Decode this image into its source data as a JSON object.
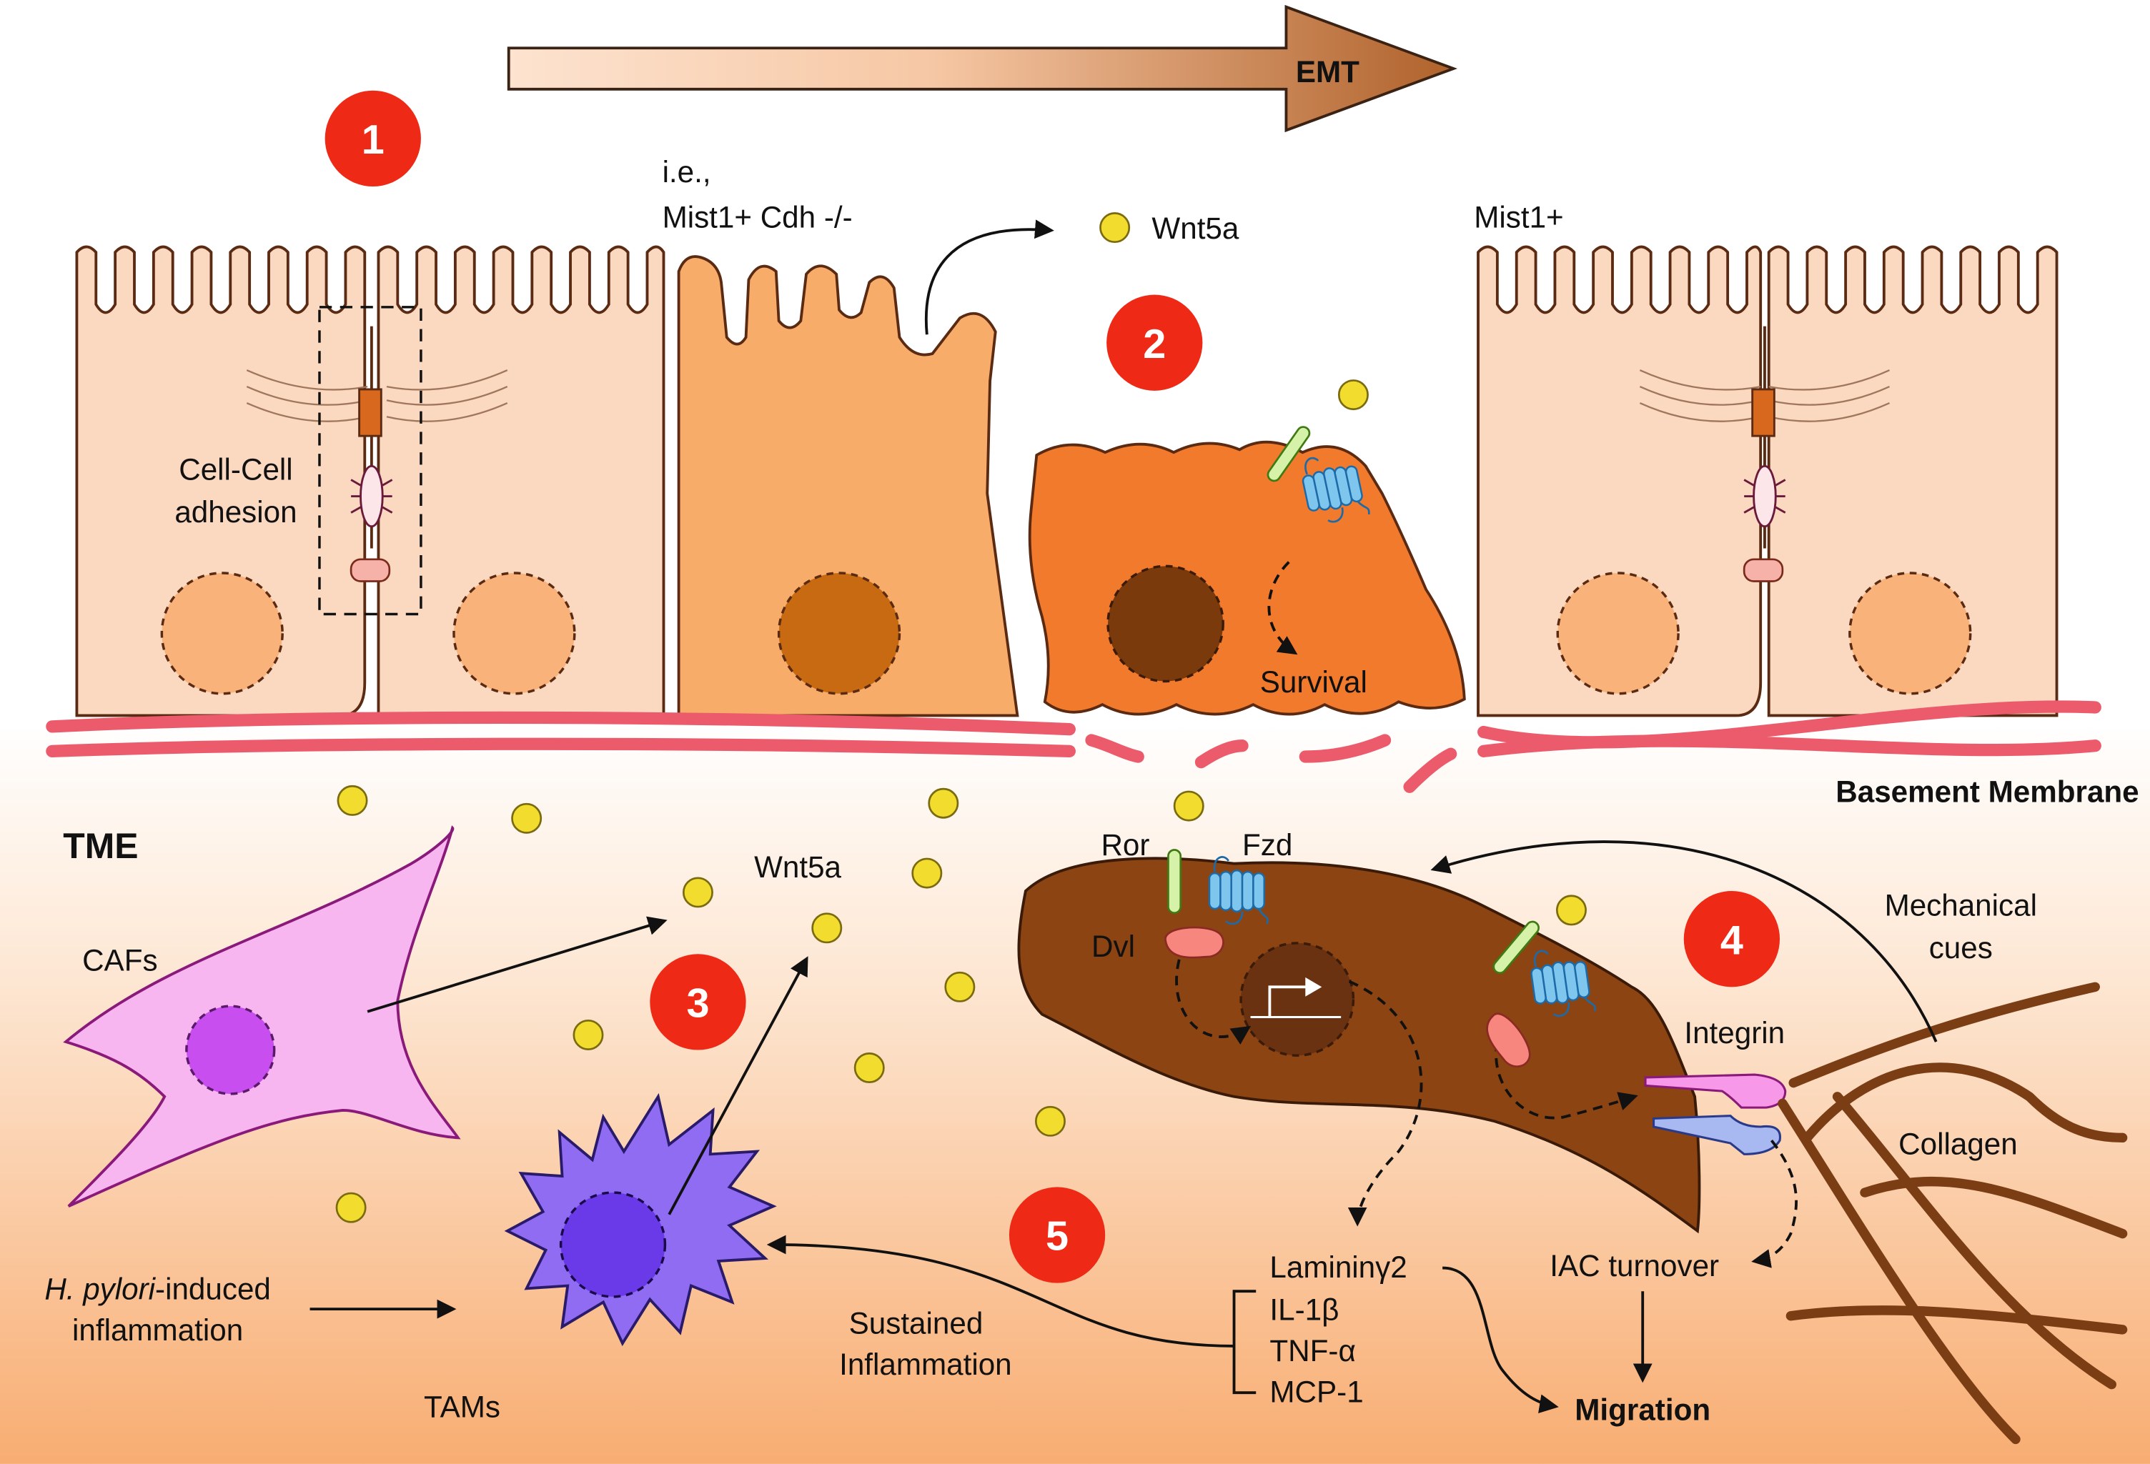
{
  "header": {
    "emt_label": "EMT"
  },
  "steps": [
    "1",
    "2",
    "3",
    "4",
    "5"
  ],
  "labels": {
    "ie": "i.e.,",
    "mist_cdh": "Mist1+ Cdh -/-",
    "mist1": "Mist1+",
    "wnt5a_top": "Wnt5a",
    "cell_cell_1": "Cell-Cell",
    "cell_cell_2": "adhesion",
    "survival": "Survival",
    "basement_membrane": "Basement Membrane",
    "tme": "TME",
    "ror": "Ror",
    "fzd": "Fzd",
    "dvl": "Dvl",
    "wnt5a_tme": "Wnt5a",
    "cafs": "CAFs",
    "mech_1": "Mechanical",
    "mech_2": "cues",
    "integrin": "Integrin",
    "collagen": "Collagen",
    "hpylori_italic": "H. pylori",
    "hpylori_rest": "-induced",
    "inflammation": "inflammation",
    "tams": "TAMs",
    "sustained_1": "Sustained",
    "sustained_2": "Inflammation",
    "laminin": "Lamininγ2",
    "il1b": "IL-1β",
    "tnfa": "TNF-α",
    "mcp1": "MCP-1",
    "iac": "IAC turnover",
    "migration": "Migration"
  },
  "colors": {
    "step_badge": "#ee2a17",
    "epithelial_cell": "#fbd8c0",
    "mutant_cell": "#f8ac6a",
    "mesenchymal_cell": "#f27a2c",
    "invasive_cell": "#8b4412",
    "basement_membrane": "#ec5b6c",
    "caf": "#f8b6f0",
    "tam": "#8f6cf2",
    "wnt5a": "#f2dc2e",
    "fzd_receptor": "#7fc6ee",
    "ror_receptor": "#d6f1a8",
    "collagen": "#7b3d14"
  },
  "icons": [
    "emt-arrow-icon",
    "wnt5a-ligand-icon",
    "frizzled-receptor-icon",
    "ror-receptor-icon",
    "dvl-protein-icon",
    "integrin-icon",
    "transcription-arrow-icon"
  ]
}
